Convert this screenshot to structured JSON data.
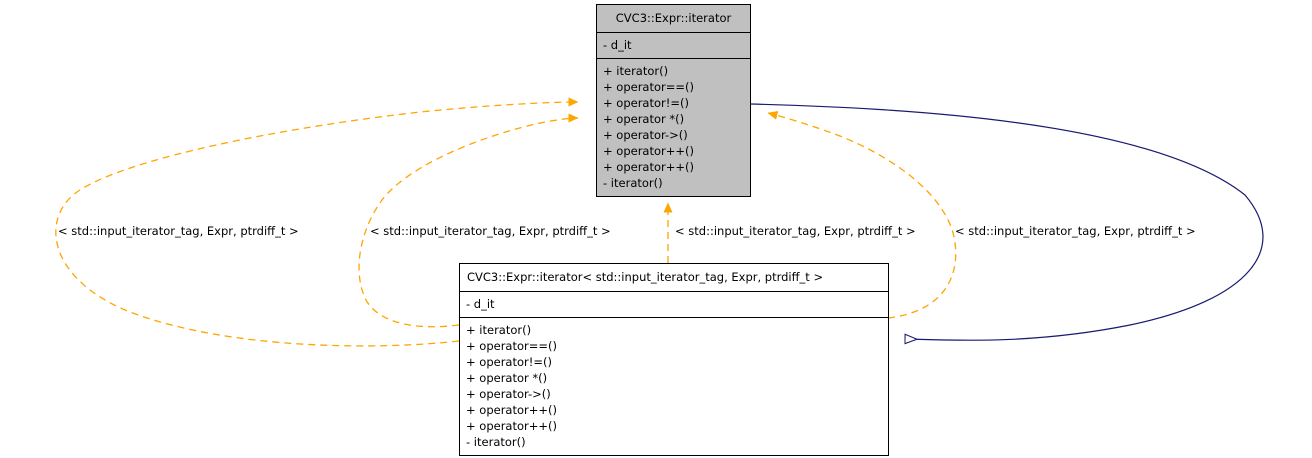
{
  "diagram": {
    "type": "uml-class-inheritance-graph",
    "background": "#ffffff",
    "colors": {
      "base_class_fill": "#c0c0c0",
      "derived_class_fill": "#ffffff",
      "border": "#000000",
      "inheritance_edge": "#191970",
      "template_instantiation_edge": "#ffa500"
    }
  },
  "classes": [
    {
      "id": "base",
      "name": "CVC3::Expr::iterator",
      "fill": "#c0c0c0",
      "attributes": [
        "- d_it"
      ],
      "operations": [
        "+ iterator()",
        "+ operator==()",
        "+ operator!=()",
        "+ operator *()",
        "+ operator->()",
        "+ operator++()",
        "+ operator++()",
        "- iterator()"
      ]
    },
    {
      "id": "derived",
      "name": "CVC3::Expr::iterator< std::input_iterator_tag, Expr, ptrdiff_t >",
      "fill": "#ffffff",
      "attributes": [
        "- d_it"
      ],
      "operations": [
        "+ iterator()",
        "+ operator==()",
        "+ operator!=()",
        "+ operator *()",
        "+ operator->()",
        "+ operator++()",
        "+ operator++()",
        "- iterator()"
      ]
    }
  ],
  "edge_labels": [
    {
      "id": "label-1",
      "text": "< std::input_iterator_tag, Expr, ptrdiff_t >"
    },
    {
      "id": "label-2",
      "text": "< std::input_iterator_tag, Expr, ptrdiff_t >"
    },
    {
      "id": "label-3",
      "text": "< std::input_iterator_tag, Expr, ptrdiff_t >"
    },
    {
      "id": "label-4",
      "text": "< std::input_iterator_tag, Expr, ptrdiff_t >"
    }
  ]
}
